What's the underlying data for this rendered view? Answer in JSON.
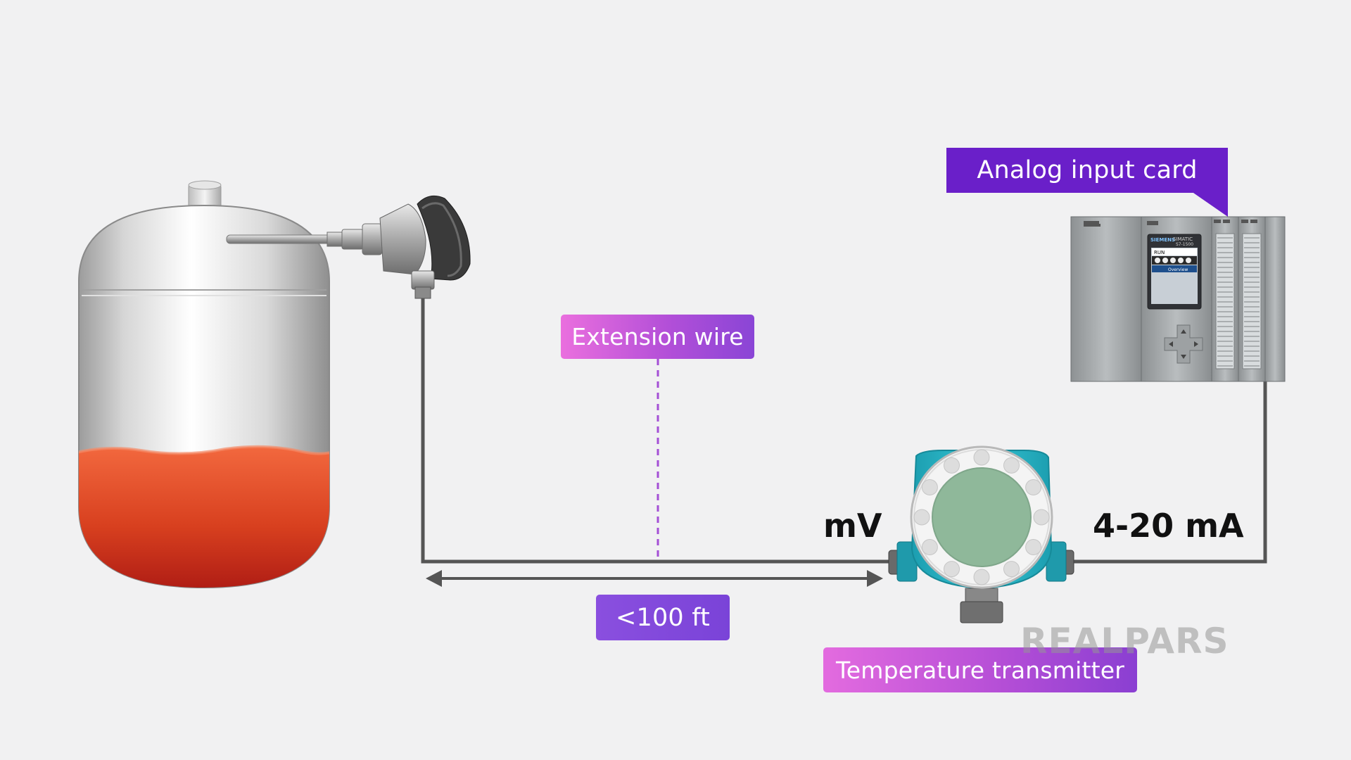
{
  "labels": {
    "extension_wire": "Extension wire",
    "distance": "<100 ft",
    "temperature_transmitter": "Temperature transmitter",
    "analog_input_card": "Analog input card"
  },
  "signals": {
    "input_signal": "mV",
    "output_signal": "4-20 mA"
  },
  "brand": {
    "watermark": "REALPARS"
  },
  "plc": {
    "vendor": "SIEMENS",
    "model": "SIMATIC",
    "model_sub": "S7-1500",
    "display_status": "RUN",
    "display_menu": "Overview"
  },
  "colors": {
    "background": "#f1f1f2",
    "liquid_top": "#f2683e",
    "liquid_bottom": "#a51412",
    "transmitter_body": "#2bb6c6",
    "transmitter_window": "#8fb89a",
    "wire": "#555555",
    "tag_purple": "#6a1fc9",
    "tag_pink": "#ea6fde"
  }
}
